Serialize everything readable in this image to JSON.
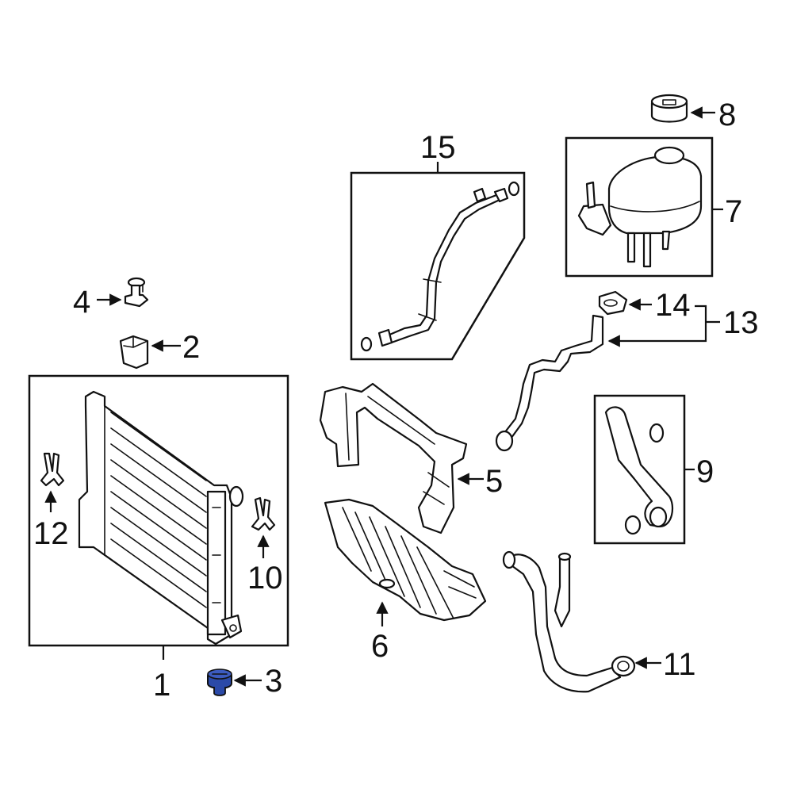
{
  "diagram": {
    "highlight_color": "#2b4aa8",
    "highlighted_part": "3",
    "callouts": [
      {
        "id": "1",
        "label": "1"
      },
      {
        "id": "2",
        "label": "2"
      },
      {
        "id": "3",
        "label": "3"
      },
      {
        "id": "4",
        "label": "4"
      },
      {
        "id": "5",
        "label": "5"
      },
      {
        "id": "6",
        "label": "6"
      },
      {
        "id": "7",
        "label": "7"
      },
      {
        "id": "8",
        "label": "8"
      },
      {
        "id": "9",
        "label": "9"
      },
      {
        "id": "10",
        "label": "10"
      },
      {
        "id": "11",
        "label": "11"
      },
      {
        "id": "12",
        "label": "12"
      },
      {
        "id": "13",
        "label": "13"
      },
      {
        "id": "14",
        "label": "14"
      },
      {
        "id": "15",
        "label": "15"
      }
    ]
  }
}
